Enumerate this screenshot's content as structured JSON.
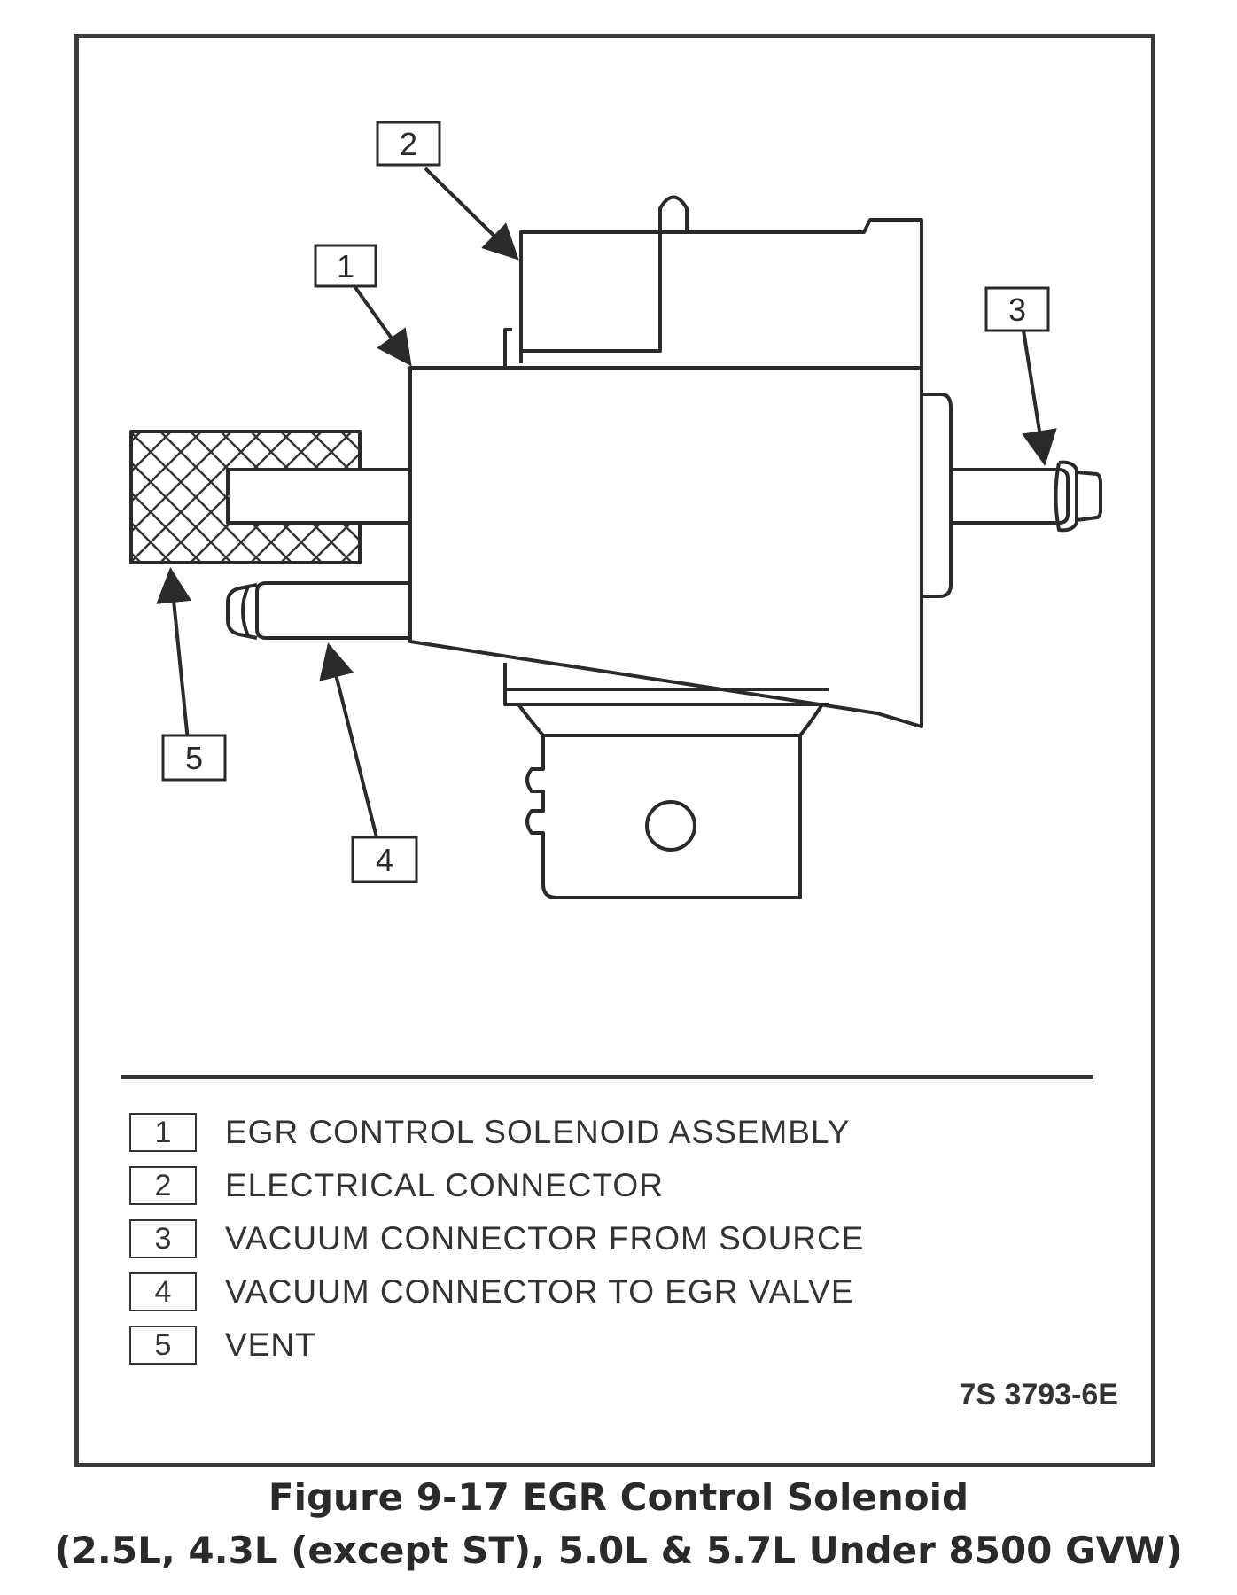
{
  "callouts": [
    "1",
    "2",
    "3",
    "4",
    "5"
  ],
  "legend": [
    {
      "num": "1",
      "text": "EGR CONTROL SOLENOID ASSEMBLY"
    },
    {
      "num": "2",
      "text": "ELECTRICAL CONNECTOR"
    },
    {
      "num": "3",
      "text": "VACUUM CONNECTOR FROM SOURCE"
    },
    {
      "num": "4",
      "text": "VACUUM CONNECTOR TO EGR VALVE"
    },
    {
      "num": "5",
      "text": "VENT"
    }
  ],
  "figure_code": "7S 3793-6E",
  "caption": {
    "line1": "Figure 9-17 EGR Control Solenoid",
    "line2": "(2.5L, 4.3L (except ST), 5.0L & 5.7L Under 8500 GVW)"
  }
}
